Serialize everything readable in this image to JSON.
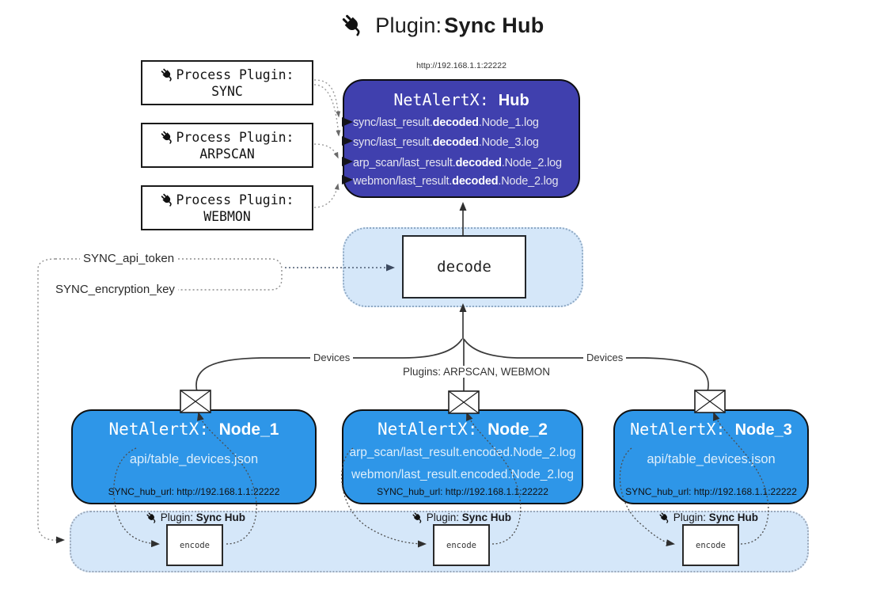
{
  "title": {
    "prefix": "Plugin:",
    "name": "Sync Hub"
  },
  "hub": {
    "url": "http://192.168.1.1:22222",
    "name_prefix": "NetAlertX: ",
    "name": "Hub",
    "rows": [
      {
        "pre": "sync/last_result.",
        "bold": "decoded",
        "post": ".Node_1.log"
      },
      {
        "pre": "sync/last_result.",
        "bold": "decoded",
        "post": ".Node_3.log"
      },
      {
        "pre": "arp_scan/last_result.",
        "bold": "decoded",
        "post": ".Node_2.log"
      },
      {
        "pre": "webmon/last_result.",
        "bold": "decoded",
        "post": ".Node_2.log"
      }
    ]
  },
  "process_plugins": [
    {
      "label": "Process Plugin:",
      "name": "SYNC"
    },
    {
      "label": "Process Plugin:",
      "name": "ARPSCAN"
    },
    {
      "label": "Process Plugin:",
      "name": "WEBMON"
    }
  ],
  "decode": {
    "label": "decode"
  },
  "tokens": {
    "api_token": "SYNC_api_token",
    "encryption_key": "SYNC_encryption_key"
  },
  "edges": {
    "devices_left": "Devices",
    "devices_right": "Devices",
    "plugins_middle": "Plugins: ARPSCAN, WEBMON"
  },
  "nodes": [
    {
      "name_prefix": "NetAlertX: ",
      "name": "Node_1",
      "files": [
        "api/table_devices.json"
      ],
      "hub_url": "SYNC_hub_url: http://192.168.1.1:22222"
    },
    {
      "name_prefix": "NetAlertX: ",
      "name": "Node_2",
      "files": [
        "arp_scan/last_result.encoded.Node_2.log",
        "webmon/last_result.encoded.Node_2.log"
      ],
      "hub_url": "SYNC_hub_url: http://192.168.1.1:22222"
    },
    {
      "name_prefix": "NetAlertX: ",
      "name": "Node_3",
      "files": [
        "api/table_devices.json"
      ],
      "hub_url": "SYNC_hub_url: http://192.168.1.1:22222"
    }
  ],
  "sync_plugin_band": {
    "label_prefix": "Plugin:",
    "label_name": "Sync Hub",
    "encode_label": "encode"
  },
  "colors": {
    "hub_fill": "#4040ae",
    "node_fill": "#2e96e8",
    "band_fill": "#d5e7f9",
    "line_dark": "#3a3a3a",
    "text_light": "#e3e3ef"
  }
}
